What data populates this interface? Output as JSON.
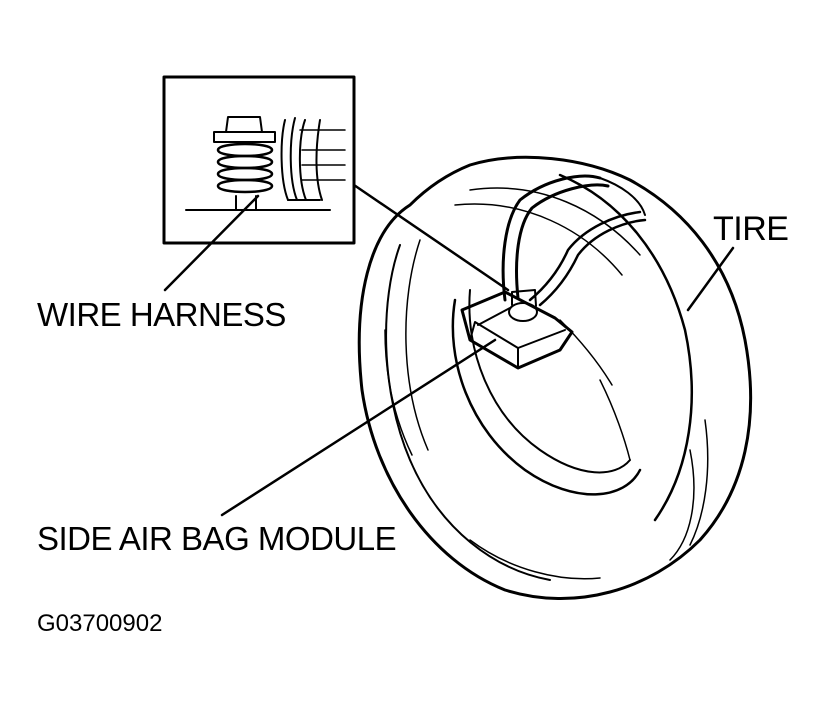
{
  "labels": {
    "tire": "TIRE",
    "wire_harness": "WIRE HARNESS",
    "side_air_bag_module": "SIDE AIR BAG MODULE",
    "figure_code": "G03700902"
  },
  "colors": {
    "ink": "#000000",
    "paper": "#ffffff"
  }
}
